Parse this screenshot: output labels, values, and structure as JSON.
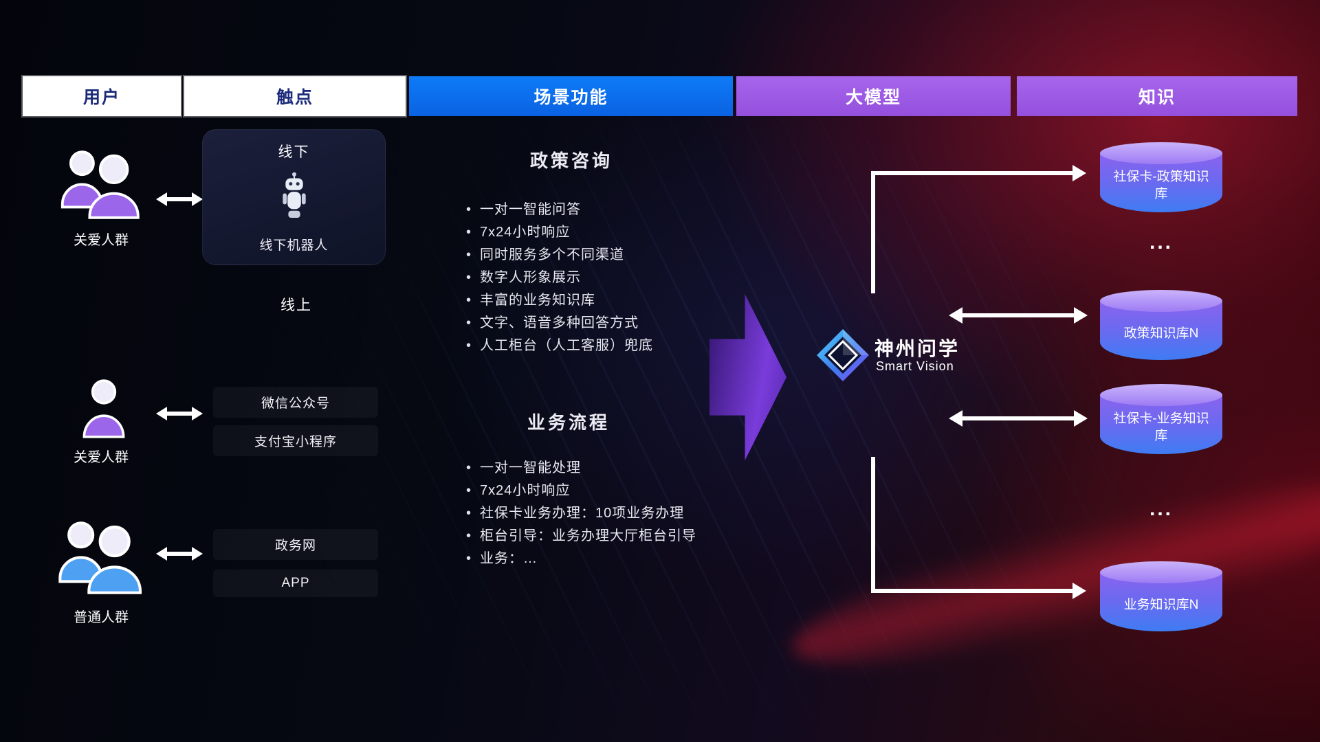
{
  "headers": [
    {
      "label": "用户"
    },
    {
      "label": "触点"
    },
    {
      "label": "场景功能"
    },
    {
      "label": "大模型"
    },
    {
      "label": "知识"
    }
  ],
  "users": [
    {
      "label": "关爱人群",
      "icon": "group-people-purple-icon"
    },
    {
      "label": "关爱人群",
      "icon": "single-person-purple-icon"
    },
    {
      "label": "普通人群",
      "icon": "group-people-blue-icon"
    }
  ],
  "touchpoints": {
    "offline": {
      "title": "线下",
      "robot_label": "线下机器人",
      "icon": "robot-icon"
    },
    "online_label": "线上",
    "channels": [
      {
        "label": "微信公众号"
      },
      {
        "label": "支付宝小程序"
      },
      {
        "label": "政务网"
      },
      {
        "label": "APP"
      }
    ]
  },
  "scenes": [
    {
      "title": "政策咨询",
      "items": [
        "一对一智能问答",
        "7x24小时响应",
        "同时服务多个不同渠道",
        "数字人形象展示",
        "丰富的业务知识库",
        "文字、语音多种回答方式",
        "人工柜台（人工客服）兜底"
      ]
    },
    {
      "title": "业务流程",
      "items": [
        "一对一智能处理",
        "7x24小时响应",
        "社保卡业务办理：10项业务办理",
        "柜台引导：业务办理大厅柜台引导",
        "业务：…"
      ]
    }
  ],
  "model": {
    "name": "神州问学",
    "subtitle": "Smart Vision",
    "icon": "diamond-logo-icon"
  },
  "knowledge": {
    "databases": [
      {
        "label": "社保卡-政策知识库"
      },
      {
        "label": "政策知识库N"
      },
      {
        "label": "社保卡-业务知识库"
      },
      {
        "label": "业务知识库N"
      }
    ],
    "ellipsis": "..."
  },
  "colors": {
    "header_blue": "#0a6cf0",
    "header_purple": "#9b55e5",
    "people_purple": "#9c66ea",
    "people_blue": "#4da0f2",
    "cylinder_top": "#b195f7",
    "cylinder_bottom": "#3e7cf3",
    "big_arrow_purple": "#6a34c8",
    "connector_white": "#ffffff"
  }
}
